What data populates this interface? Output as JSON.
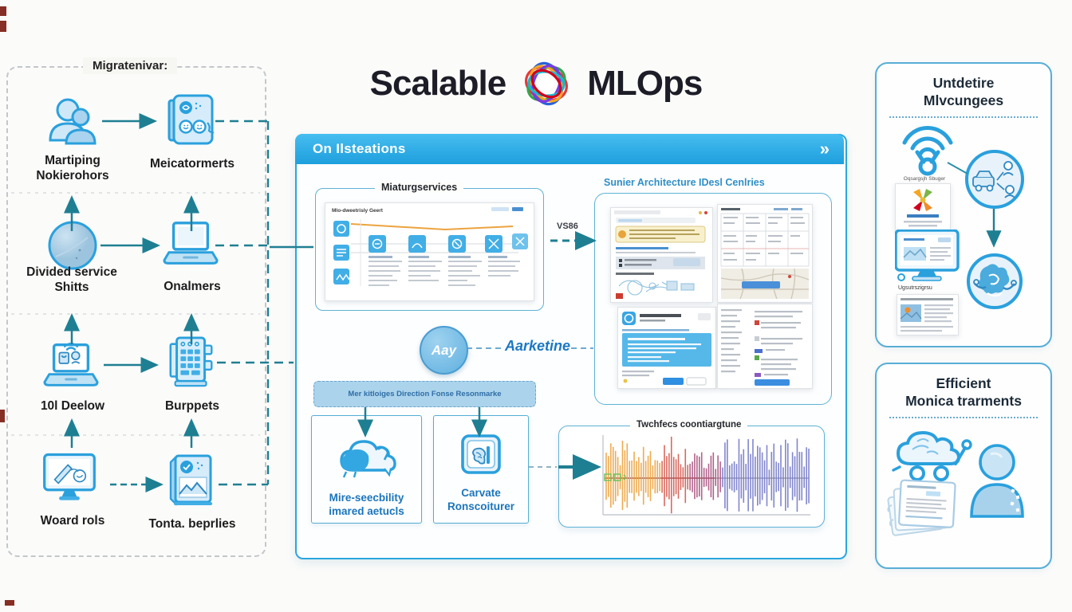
{
  "title": {
    "word_left": "Scalable",
    "word_right": "MLOps",
    "logo": "tangle-logo"
  },
  "left_panel": {
    "header": "Migratenivar:",
    "nodes": [
      {
        "icon": "team-icon",
        "label": "Martiping\nNokierohors"
      },
      {
        "icon": "document-faces-icon",
        "label": "Meicatormerts"
      },
      {
        "icon": "sphere-icon",
        "label": "Divided service\nShitts"
      },
      {
        "icon": "laptop-icon",
        "label": "Onalmers"
      },
      {
        "icon": "laptop-wifi-icon",
        "label": "10l Deelow"
      },
      {
        "icon": "server-icon",
        "label": "Burppets"
      },
      {
        "icon": "monitor-pen-icon",
        "label": "Woard rols"
      },
      {
        "icon": "photo-book-icon",
        "label": "Tonta. beprlies"
      }
    ]
  },
  "center_panel": {
    "header_title": "On Ilsteations",
    "header_chevrons": "»",
    "pipeline_box": {
      "label": "Miaturgservices",
      "screenshot_title": "Mlo-dweetrisly Geert"
    },
    "vs_label": "VS86",
    "architecture_title": "Sunier Architecture IDesl Cenlries",
    "hub": {
      "circle_text": "Aay",
      "link_text": "Aarketine"
    },
    "banner_text": "Mer kitloiges Direction Fonse Resonmarke",
    "feature_boxes": [
      {
        "icon": "cloud-icon",
        "label": "Mire-seecbility\nimared aetucls"
      },
      {
        "icon": "chip-brain-icon",
        "label": "Carvate\nRonscoiturer"
      }
    ],
    "waveform_box": {
      "title": "Twchfecs coontiargtune",
      "segments": [
        {
          "color": "#eda23f",
          "count": 24
        },
        {
          "color": "#d4594f",
          "count": 12
        },
        {
          "color": "#a8527f",
          "count": 14
        },
        {
          "color": "#7479c8",
          "count": 38
        }
      ],
      "baseline_color": "#a05252"
    }
  },
  "right_top_panel": {
    "title": "Untdetire\nMlvcungees",
    "badge_label": "Oqsargsjh Sbuger",
    "caption": "Ugsutrszigrsu"
  },
  "right_bottom_panel": {
    "title": "Efficient\nMonica trarments"
  },
  "colors": {
    "accent_blue": "#2aa7e0",
    "teal_arrow": "#1e7f92",
    "text_blue": "#1b75bc",
    "banner_fill": "#abd3ec"
  }
}
